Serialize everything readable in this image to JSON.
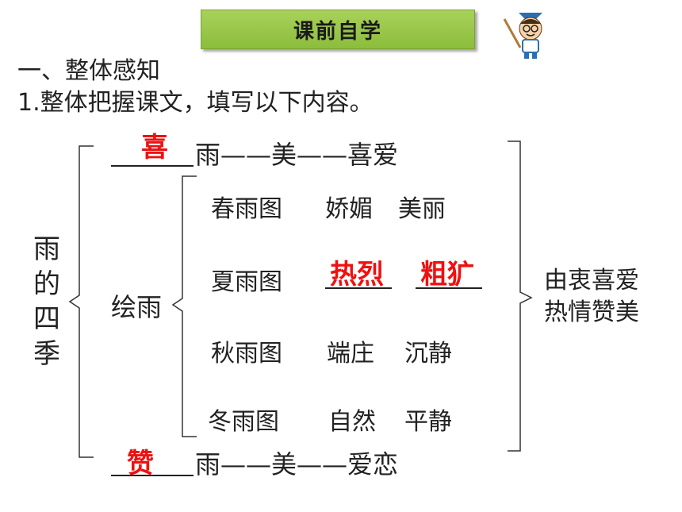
{
  "banner": {
    "title": "课前自学"
  },
  "section": {
    "heading": "一、整体感知",
    "instruction": "1.整体把握课文，填写以下内容。"
  },
  "diagram": {
    "left_label": [
      "雨",
      "的",
      "四",
      "季"
    ],
    "top_row": {
      "answer": "喜",
      "text": "雨——美——喜爱"
    },
    "middle_label": "绘雨",
    "scenes": [
      {
        "name": "春雨图",
        "word1": "娇媚",
        "word2": "美丽"
      },
      {
        "name": "夏雨图",
        "word1": "热烈",
        "word2": "粗犷"
      },
      {
        "name": "秋雨图",
        "word1": "端庄",
        "word2": "沉静"
      },
      {
        "name": "冬雨图",
        "word1": "自然",
        "word2": "平静"
      }
    ],
    "bottom_row": {
      "answer": "赞",
      "text": "雨——美——爱恋"
    },
    "right_label": [
      "由衷喜爱",
      "热情赞美"
    ]
  },
  "colors": {
    "banner": "#8cbd3c",
    "answer": "#ee1111"
  },
  "icons": {
    "mascot": "teacher-mascot-icon"
  }
}
